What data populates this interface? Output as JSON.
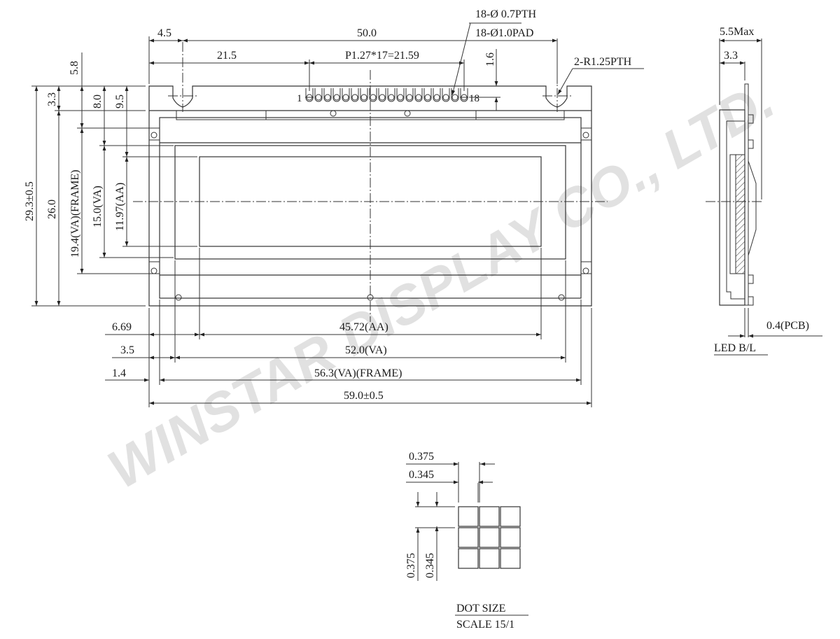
{
  "drawing": {
    "watermark": "WINSTAR DISPLAY CO., LTD.",
    "front_view": {
      "top_dims": {
        "hole_offset": "4.5",
        "hole_pitch_total": "50.0",
        "pin1_offset": "21.5",
        "pin_pitch": "P1.27*17=21.59",
        "pin_row_height": "1.6"
      },
      "callouts": {
        "pth": "18-Ø 0.7PTH",
        "pad": "18-Ø1.0PAD",
        "mount": "2-R1.25PTH"
      },
      "pin_labels": {
        "first": "1",
        "last": "18"
      },
      "left_dims": {
        "total_height": "29.3±0.5",
        "pcb_body": "26.0",
        "top_strip": "3.3",
        "top_offset": "5.8",
        "frame_height": "19.4(VA)(FRAME)",
        "va_offset": "8.0",
        "va_height": "15.0(VA)",
        "aa_offset": "9.5",
        "aa_height": "11.97(AA)"
      },
      "bottom_dims": {
        "aa_offset": "6.69",
        "aa_width": "45.72(AA)",
        "va_offset": "3.5",
        "va_width": "52.0(VA)",
        "frame_offset": "1.4",
        "frame_width": "56.3(VA)(FRAME)",
        "total_width": "59.0±0.5"
      }
    },
    "side_view": {
      "max_thickness": "5.5Max",
      "body_thickness": "3.3",
      "pcb_thickness": "0.4(PCB)",
      "backlight_label": "LED B/L"
    },
    "dot_detail": {
      "pitch_x": "0.375",
      "size_x": "0.345",
      "pitch_y": "0.375",
      "size_y": "0.345",
      "title": "DOT SIZE",
      "scale": "SCALE 15/1"
    }
  }
}
